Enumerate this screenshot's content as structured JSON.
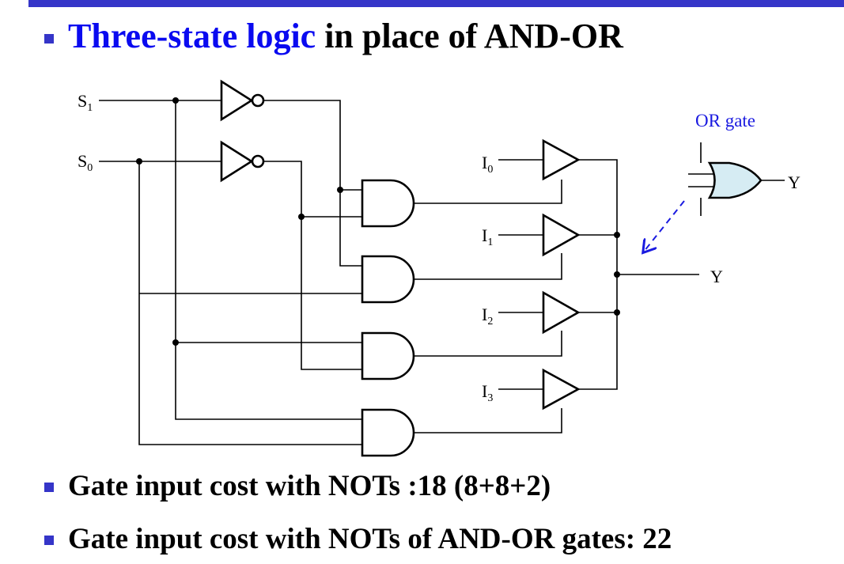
{
  "title": {
    "highlight": "Three-state logic",
    "rest": " in place of AND-OR"
  },
  "bullets": [
    "Gate input cost with NOTs :18 (8+8+2)",
    "Gate input cost with NOTs of AND-OR gates: 22"
  ],
  "diagram": {
    "s1": {
      "letter": "S",
      "sub": "1"
    },
    "s0": {
      "letter": "S",
      "sub": "0"
    },
    "i0": {
      "letter": "I",
      "sub": "0"
    },
    "i1": {
      "letter": "I",
      "sub": "1"
    },
    "i2": {
      "letter": "I",
      "sub": "2"
    },
    "i3": {
      "letter": "I",
      "sub": "3"
    },
    "output": "Y",
    "or_gate_label": "OR gate",
    "or_gate_output": "Y"
  },
  "colors": {
    "accent_bar": "#3535c8",
    "highlight_text": "#0a0af0",
    "or_gate_fill": "#d6ecf3",
    "arrow": "#1a1ae0"
  }
}
